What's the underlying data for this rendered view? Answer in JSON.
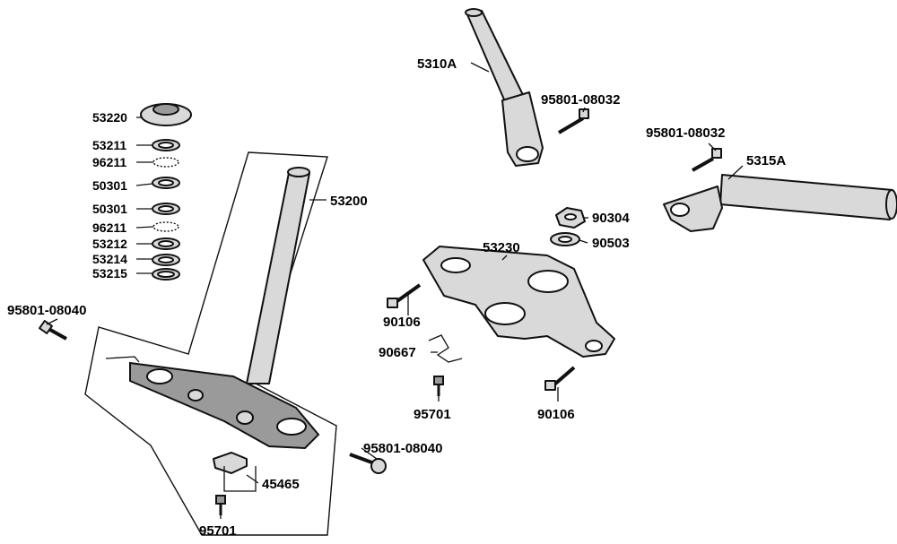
{
  "labels": {
    "p53220": "53220",
    "p53211": "53211",
    "p96211a": "96211",
    "p50301a": "50301",
    "p50301b": "50301",
    "p96211b": "96211",
    "p53212": "53212",
    "p53214": "53214",
    "p53215": "53215",
    "p53200": "53200",
    "p95801_08040a": "95801-08040",
    "p95801_08040b": "95801-08040",
    "p45465": "45465",
    "p95701a": "95701",
    "p5310A": "5310A",
    "p95801_08032a": "95801-08032",
    "p95801_08032b": "95801-08032",
    "p5315A": "5315A",
    "p90304": "90304",
    "p90503": "90503",
    "p53230": "53230",
    "p90106a": "90106",
    "p90667": "90667",
    "p95701b": "95701",
    "p90106b": "90106"
  }
}
